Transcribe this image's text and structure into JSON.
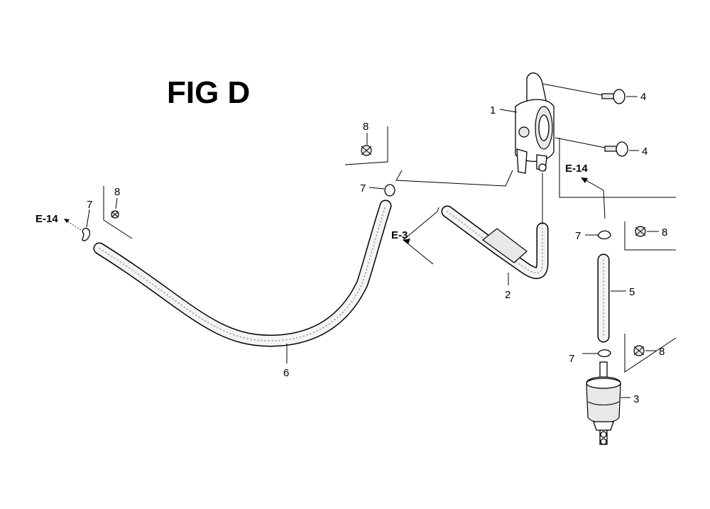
{
  "title": "FIG D",
  "callouts": {
    "c1": "1",
    "c2": "2",
    "c3": "3",
    "c4a": "4",
    "c4b": "4",
    "c5": "5",
    "c6": "6",
    "c7_left": "7",
    "c7_mid": "7",
    "c7_right_top": "7",
    "c7_right_bottom": "7",
    "c8_left": "8",
    "c8_mid": "8",
    "c8_right_top": "8",
    "c8_right_bottom": "8"
  },
  "references": {
    "left": "E-14",
    "middle": "E-3",
    "right": "E-14"
  }
}
